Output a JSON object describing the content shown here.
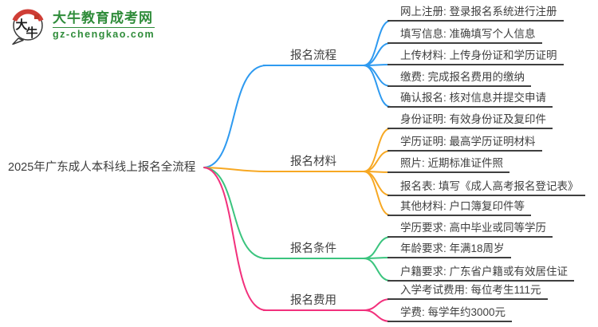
{
  "site": {
    "logo_chars": "大牛",
    "name": "大牛教育成考网",
    "domain": "gz-chengkao.com"
  },
  "colors": {
    "branch_blue": "#2e9af0",
    "branch_orange": "#f7a823",
    "branch_green": "#3bc47e",
    "branch_pink": "#f2307c",
    "logo_green": "#2f8c3a",
    "logo_red": "#cf3e36",
    "text": "#3f3f3f"
  },
  "root": {
    "label": "2025年广东成人本科线上报名全流程"
  },
  "branches": [
    {
      "label": "报名流程",
      "color": "#2e9af0",
      "items": [
        "网上注册: 登录报名系统进行注册",
        "填写信息: 准确填写个人信息",
        "上传材料: 上传身份证和学历证明",
        "缴费: 完成报名费用的缴纳",
        "确认报名: 核对信息并提交申请"
      ]
    },
    {
      "label": "报名材料",
      "color": "#f7a823",
      "items": [
        "身份证明: 有效身份证及复印件",
        "学历证明: 最高学历证明材料",
        "照片: 近期标准证件照",
        "报名表: 填写《成人高考报名登记表》",
        "其他材料: 户口簿复印件等"
      ]
    },
    {
      "label": "报名条件",
      "color": "#3bc47e",
      "items": [
        "学历要求: 高中毕业或同等学历",
        "年龄要求: 年满18周岁",
        "户籍要求: 广东省户籍或有效居住证"
      ]
    },
    {
      "label": "报名费用",
      "color": "#f2307c",
      "items": [
        "入学考试费用: 每位考生111元",
        "学费: 每学年约3000元"
      ]
    }
  ]
}
